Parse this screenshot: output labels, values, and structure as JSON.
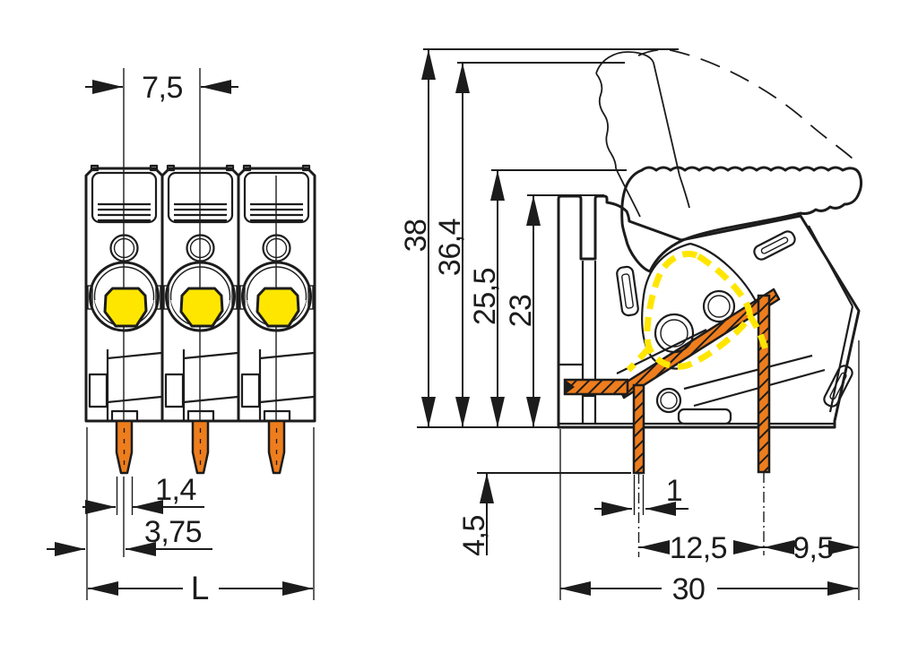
{
  "title": "Terminal block dimensional drawing",
  "views": {
    "front": {
      "pitch": "7,5",
      "pin_tip_width": "1,4",
      "pin_offset": "3,75",
      "overall_length": "L"
    },
    "side": {
      "height_lever_open_max": "38",
      "height_lever_tip": "36,4",
      "height_lever_closed": "25,5",
      "height_body": "23",
      "pin_length": "4,5",
      "pin_thickness": "1",
      "pin_spacing": "12,5",
      "pin_to_edge": "9,5",
      "overall_depth": "30"
    }
  },
  "colors": {
    "body_gray": "#c9cdcb",
    "conductor_orange": "#ee7d1d",
    "actuation_yellow": "#ffe600",
    "line_black": "#1c1c1c",
    "background": "#ffffff"
  }
}
